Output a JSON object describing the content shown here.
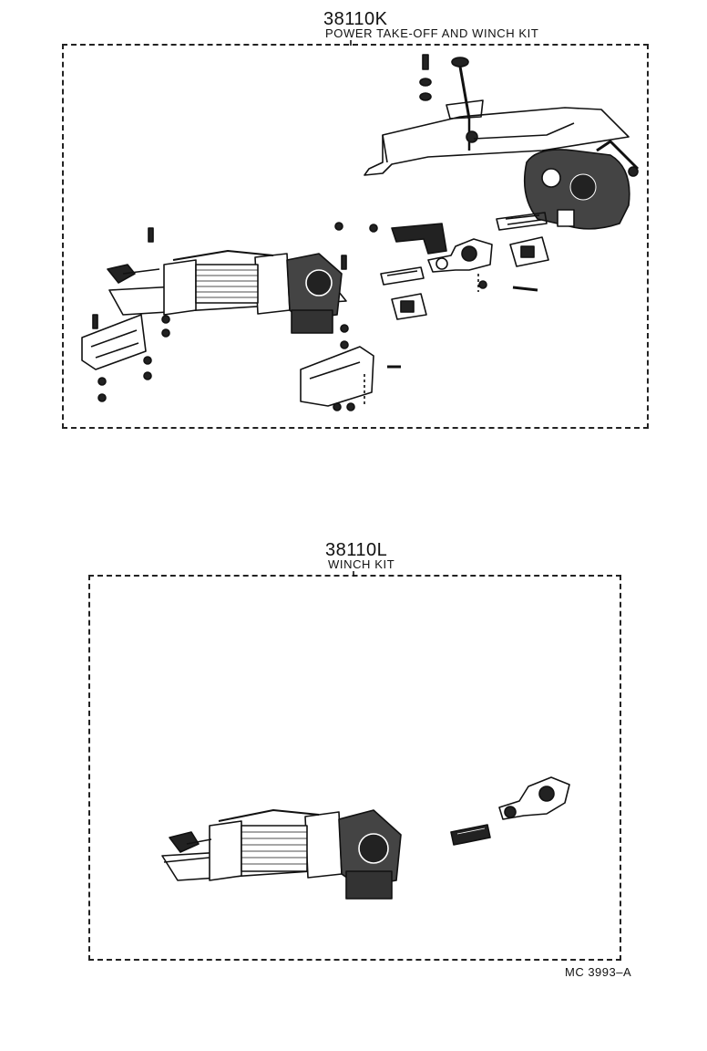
{
  "kits": [
    {
      "part_number": "38110K",
      "name": "POWER TAKE-OFF AND WINCH KIT"
    },
    {
      "part_number": "38110L",
      "name": "WINCH KIT"
    }
  ],
  "figure_ref": "MC 3993–A"
}
